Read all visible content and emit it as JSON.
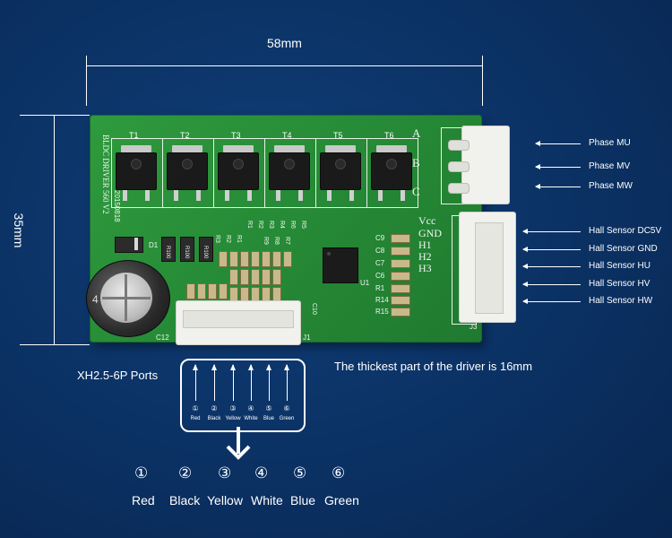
{
  "dimensions": {
    "width_label": "58mm",
    "height_label": "35mm"
  },
  "pcb": {
    "mosfets": [
      "T1",
      "T2",
      "T3",
      "T4",
      "T5",
      "T6"
    ],
    "board_text": "BLDC DRIVER 560 V2",
    "date_code": "20150818",
    "phase_letters": [
      "A",
      "B",
      "C"
    ],
    "hall_pins": [
      "Vcc",
      "GND",
      "H1",
      "H2",
      "H3"
    ],
    "designators": {
      "d1": "D1",
      "c12": "C12",
      "j1": "J1",
      "j3": "J3",
      "u1": "U1",
      "c10": "C10"
    },
    "passives_right": [
      "C9",
      "C8",
      "C7",
      "C6",
      "R1",
      "R14",
      "R15"
    ],
    "passives_top": [
      "R3",
      "R2",
      "R1",
      "R9",
      "R8",
      "R7",
      "R6",
      "R5",
      "R4",
      "R3",
      "R2",
      "R1"
    ],
    "resistor_markings": [
      "R100",
      "R100",
      "R100"
    ],
    "cap_label": "4"
  },
  "wire_labels": [
    "Phase MU",
    "Phase MV",
    "Phase MW",
    "Hall Sensor DC5V",
    "Hall Sensor GND",
    "Hall Sensor HU",
    "Hall Sensor HV",
    "Hall Sensor HW"
  ],
  "ports": {
    "title": "XH2.5-6P Ports",
    "small_numbers": [
      "①",
      "②",
      "③",
      "④",
      "⑤",
      "⑥"
    ],
    "small_colors": [
      "Red",
      "Black",
      "Yellow",
      "White",
      "Blue",
      "Green"
    ]
  },
  "note": "The thickest part of the driver is 16mm",
  "legend": {
    "numbers": [
      "①",
      "②",
      "③",
      "④",
      "⑤",
      "⑥"
    ],
    "colors": [
      "Red",
      "Black",
      "Yellow",
      "White",
      "Blue",
      "Green"
    ]
  }
}
